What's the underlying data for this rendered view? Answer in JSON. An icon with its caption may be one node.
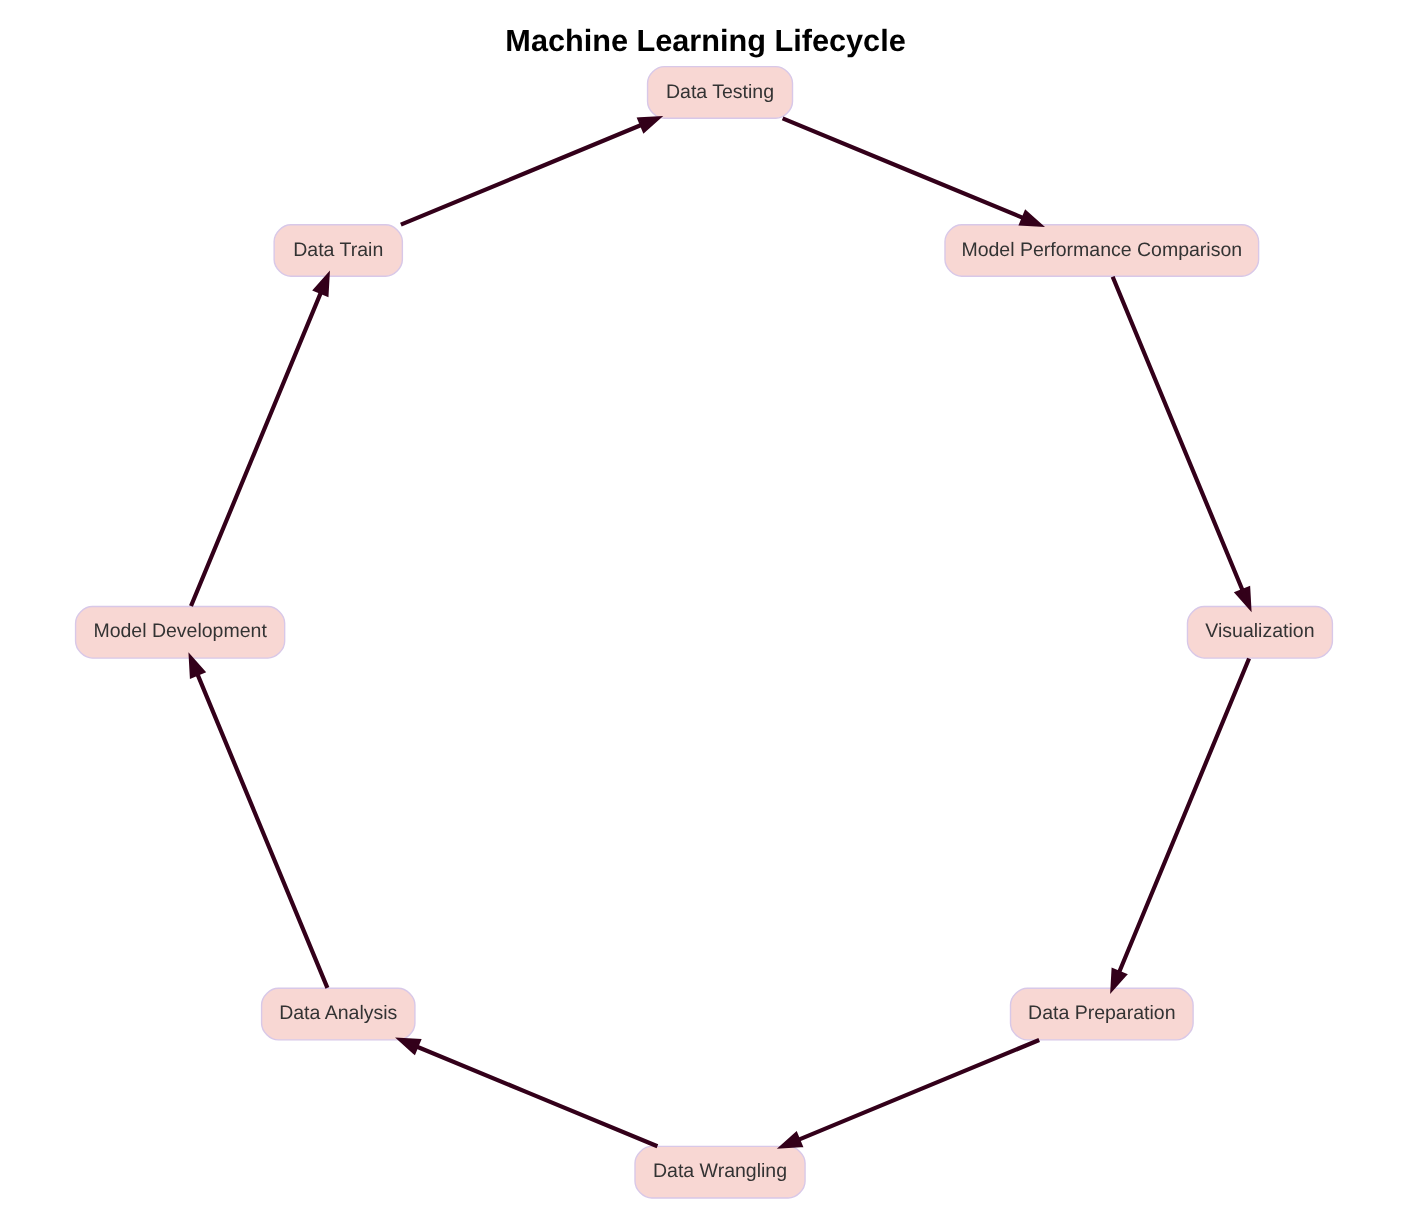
{
  "diagram": {
    "title": "Machine Learning Lifecycle",
    "nodes": [
      {
        "text": [
          "Data Preparation"
        ]
      },
      {
        "text": [
          "Data Wrangling"
        ]
      },
      {
        "text": [
          "Data Analysis"
        ]
      },
      {
        "text": [
          "Model Development"
        ]
      },
      {
        "text": [
          "Data Train"
        ]
      },
      {
        "text": [
          "Data Testing"
        ]
      },
      {
        "text": [
          "Model Performance Comparison"
        ]
      },
      {
        "text": [
          "Visualization"
        ]
      }
    ],
    "edges": [
      {
        "from": 0,
        "to": 1,
        "arrow": "to"
      },
      {
        "from": 1,
        "to": 2,
        "arrow": "to"
      },
      {
        "from": 2,
        "to": 3,
        "arrow": "to"
      },
      {
        "from": 3,
        "to": 4,
        "arrow": "to"
      },
      {
        "from": 4,
        "to": 5,
        "arrow": "to"
      },
      {
        "from": 5,
        "to": 6,
        "arrow": "to"
      },
      {
        "from": 6,
        "to": 7,
        "arrow": "to"
      },
      {
        "from": 7,
        "to": 0,
        "arrow": "to"
      }
    ]
  }
}
